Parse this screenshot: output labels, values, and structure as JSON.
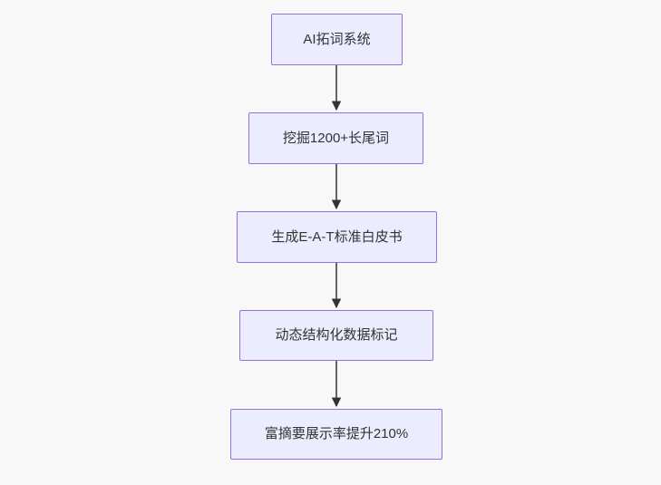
{
  "diagram": {
    "type": "flowchart",
    "direction": "top-down",
    "nodes": [
      {
        "label": "AI拓词系统"
      },
      {
        "label": "挖掘1200+长尾词"
      },
      {
        "label": "生成E-A-T标准白皮书"
      },
      {
        "label": "动态结构化数据标记"
      },
      {
        "label": "富摘要展示率提升210%"
      }
    ],
    "edges": [
      {
        "from": "AI拓词系统",
        "to": "挖掘1200+长尾词"
      },
      {
        "from": "挖掘1200+长尾词",
        "to": "生成E-A-T标准白皮书"
      },
      {
        "from": "生成E-A-T标准白皮书",
        "to": "动态结构化数据标记"
      },
      {
        "from": "动态结构化数据标记",
        "to": "富摘要展示率提升210%"
      }
    ],
    "colors": {
      "background": "#f8f8f8",
      "node_fill": "#ececff",
      "node_border": "#9370db",
      "node_text": "#333333",
      "edge": "#333333"
    }
  }
}
